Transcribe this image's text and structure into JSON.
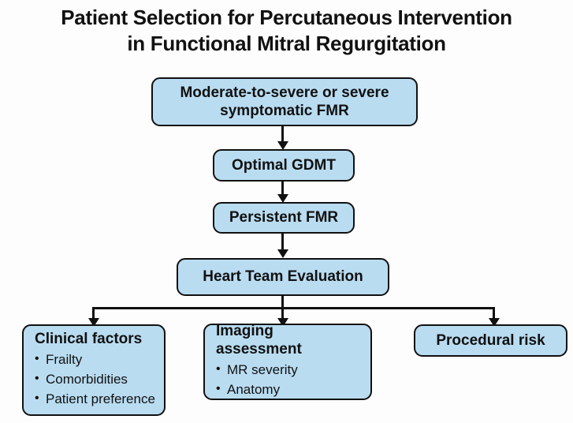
{
  "title": {
    "line1": "Patient Selection for Percutaneous Intervention",
    "line2": "in Functional Mitral Regurgitation"
  },
  "flowchart": {
    "type": "flowchart",
    "orientation": "top-to-bottom",
    "accent_fill": "#b9dcf1",
    "stroke_color": "#111111",
    "background": "#fdfdfd",
    "nodes": [
      {
        "id": "moderate-to-severe-fmr",
        "label": "Moderate-to-severe or severe symptomatic FMR",
        "line1": "Moderate-to-severe or severe",
        "line2": "symptomatic FMR",
        "bullets": []
      },
      {
        "id": "optimal-gdmt",
        "label": "Optimal GDMT",
        "bullets": []
      },
      {
        "id": "persistent-fmr",
        "label": "Persistent FMR",
        "bullets": []
      },
      {
        "id": "heart-team-evaluation",
        "label": "Heart Team Evaluation",
        "bullets": []
      },
      {
        "id": "clinical-factors",
        "label": "Clinical factors",
        "bullets": [
          "Frailty",
          "Comorbidities",
          "Patient preference"
        ]
      },
      {
        "id": "imaging-assessment",
        "label": "Imaging assessment",
        "bullets": [
          "MR severity",
          "Anatomy"
        ]
      },
      {
        "id": "procedural-risk",
        "label": "Procedural risk",
        "bullets": []
      }
    ],
    "edges": [
      {
        "from": "moderate-to-severe-fmr",
        "to": "optimal-gdmt"
      },
      {
        "from": "optimal-gdmt",
        "to": "persistent-fmr"
      },
      {
        "from": "persistent-fmr",
        "to": "heart-team-evaluation"
      },
      {
        "from": "heart-team-evaluation",
        "to": "clinical-factors"
      },
      {
        "from": "heart-team-evaluation",
        "to": "imaging-assessment"
      },
      {
        "from": "heart-team-evaluation",
        "to": "procedural-risk"
      }
    ]
  }
}
